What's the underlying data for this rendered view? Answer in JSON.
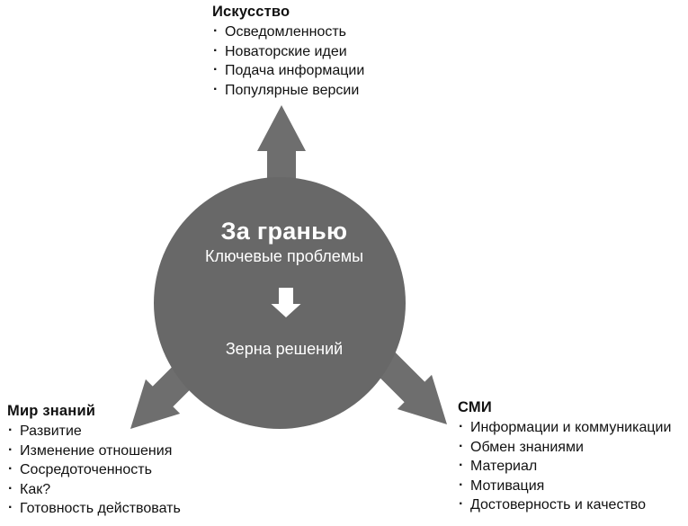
{
  "diagram": {
    "center": {
      "title": "За гранью",
      "subtitle": "Ключевые проблемы",
      "bottom_label": "Зерна решений"
    },
    "branches": {
      "top": {
        "title": "Искусство",
        "items": [
          "Осведомленность",
          "Новаторские идеи",
          "Подача информации",
          "Популярные версии"
        ]
      },
      "left": {
        "title": "Мир знаний",
        "items": [
          "Развитие",
          "Изменение отношения",
          "Сосредоточенность",
          "Как?",
          "Готовность действовать"
        ]
      },
      "right": {
        "title": "СМИ",
        "items": [
          "Информации и коммуникации",
          "Обмен знаниями",
          "Материал",
          "Мотивация",
          "Достоверность и качество"
        ]
      }
    },
    "colors": {
      "circle": "#686868",
      "arrow": "#6e6e6e",
      "inner_arrow": "#ffffff",
      "text_dark": "#111111",
      "text_light": "#ffffff",
      "background": "#ffffff"
    }
  }
}
